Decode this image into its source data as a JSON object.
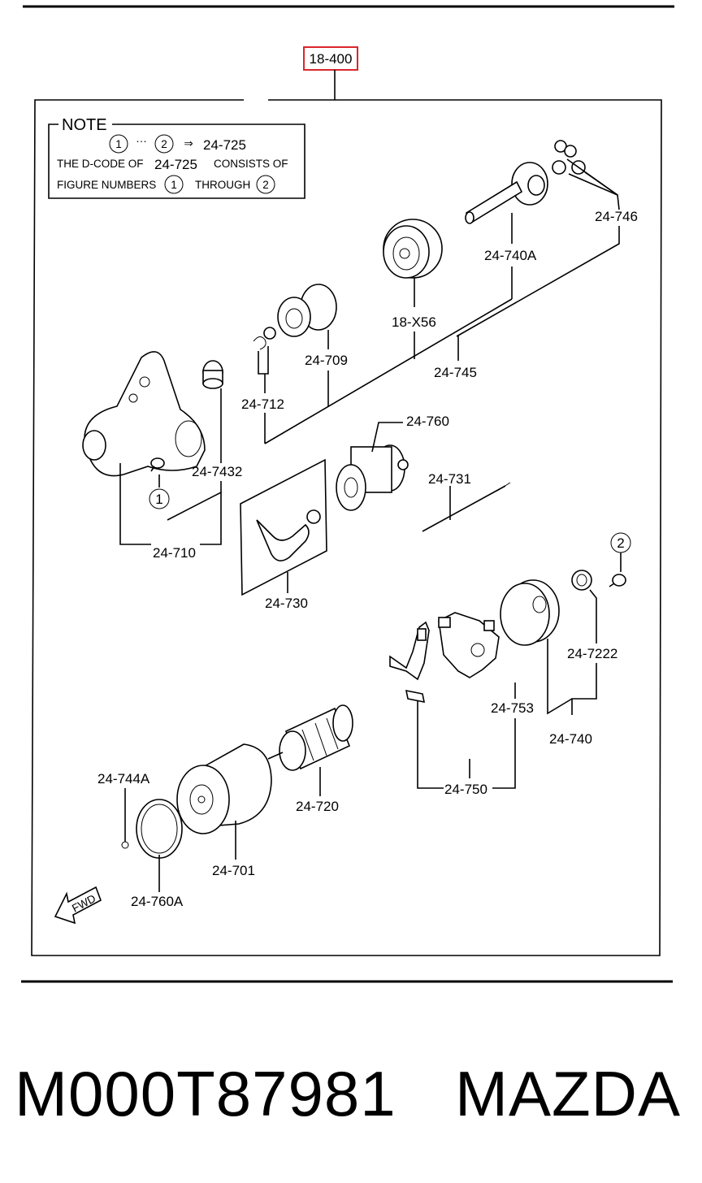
{
  "header_ref": "18-400",
  "note": {
    "heading": "NOTE",
    "circle_start": "1",
    "ellipsis": "···",
    "circle_end": "2",
    "arrow": "⇒",
    "code": "24-725",
    "line2_a": "THE D-CODE OF",
    "line2_code": "24-725",
    "line2_b": "CONSISTS OF",
    "line3_a": "FIGURE NUMBERS",
    "line3_circle1": "1",
    "line3_b": "THROUGH",
    "line3_circle2": "2"
  },
  "parts": {
    "p24746": "24-746",
    "p24740A": "24-740A",
    "p18X56": "18-X56",
    "p24709": "24-709",
    "p24745": "24-745",
    "p24712": "24-712",
    "p24760": "24-760",
    "p247432": "24-7432",
    "p24731": "24-731",
    "p24710": "24-710",
    "p24730": "24-730",
    "p247222": "24-7222",
    "p24753": "24-753",
    "p24740": "24-740",
    "p24744A": "24-744A",
    "p24720": "24-720",
    "p24750": "24-750",
    "p24701": "24-701",
    "p24760A": "24-760A",
    "marker1": "1",
    "marker2": "2",
    "fwd": "FWD"
  },
  "footer": {
    "part_code": "M000T87981",
    "brand": "MAZDA"
  },
  "colors": {
    "highlight_box": "#d9262c"
  }
}
